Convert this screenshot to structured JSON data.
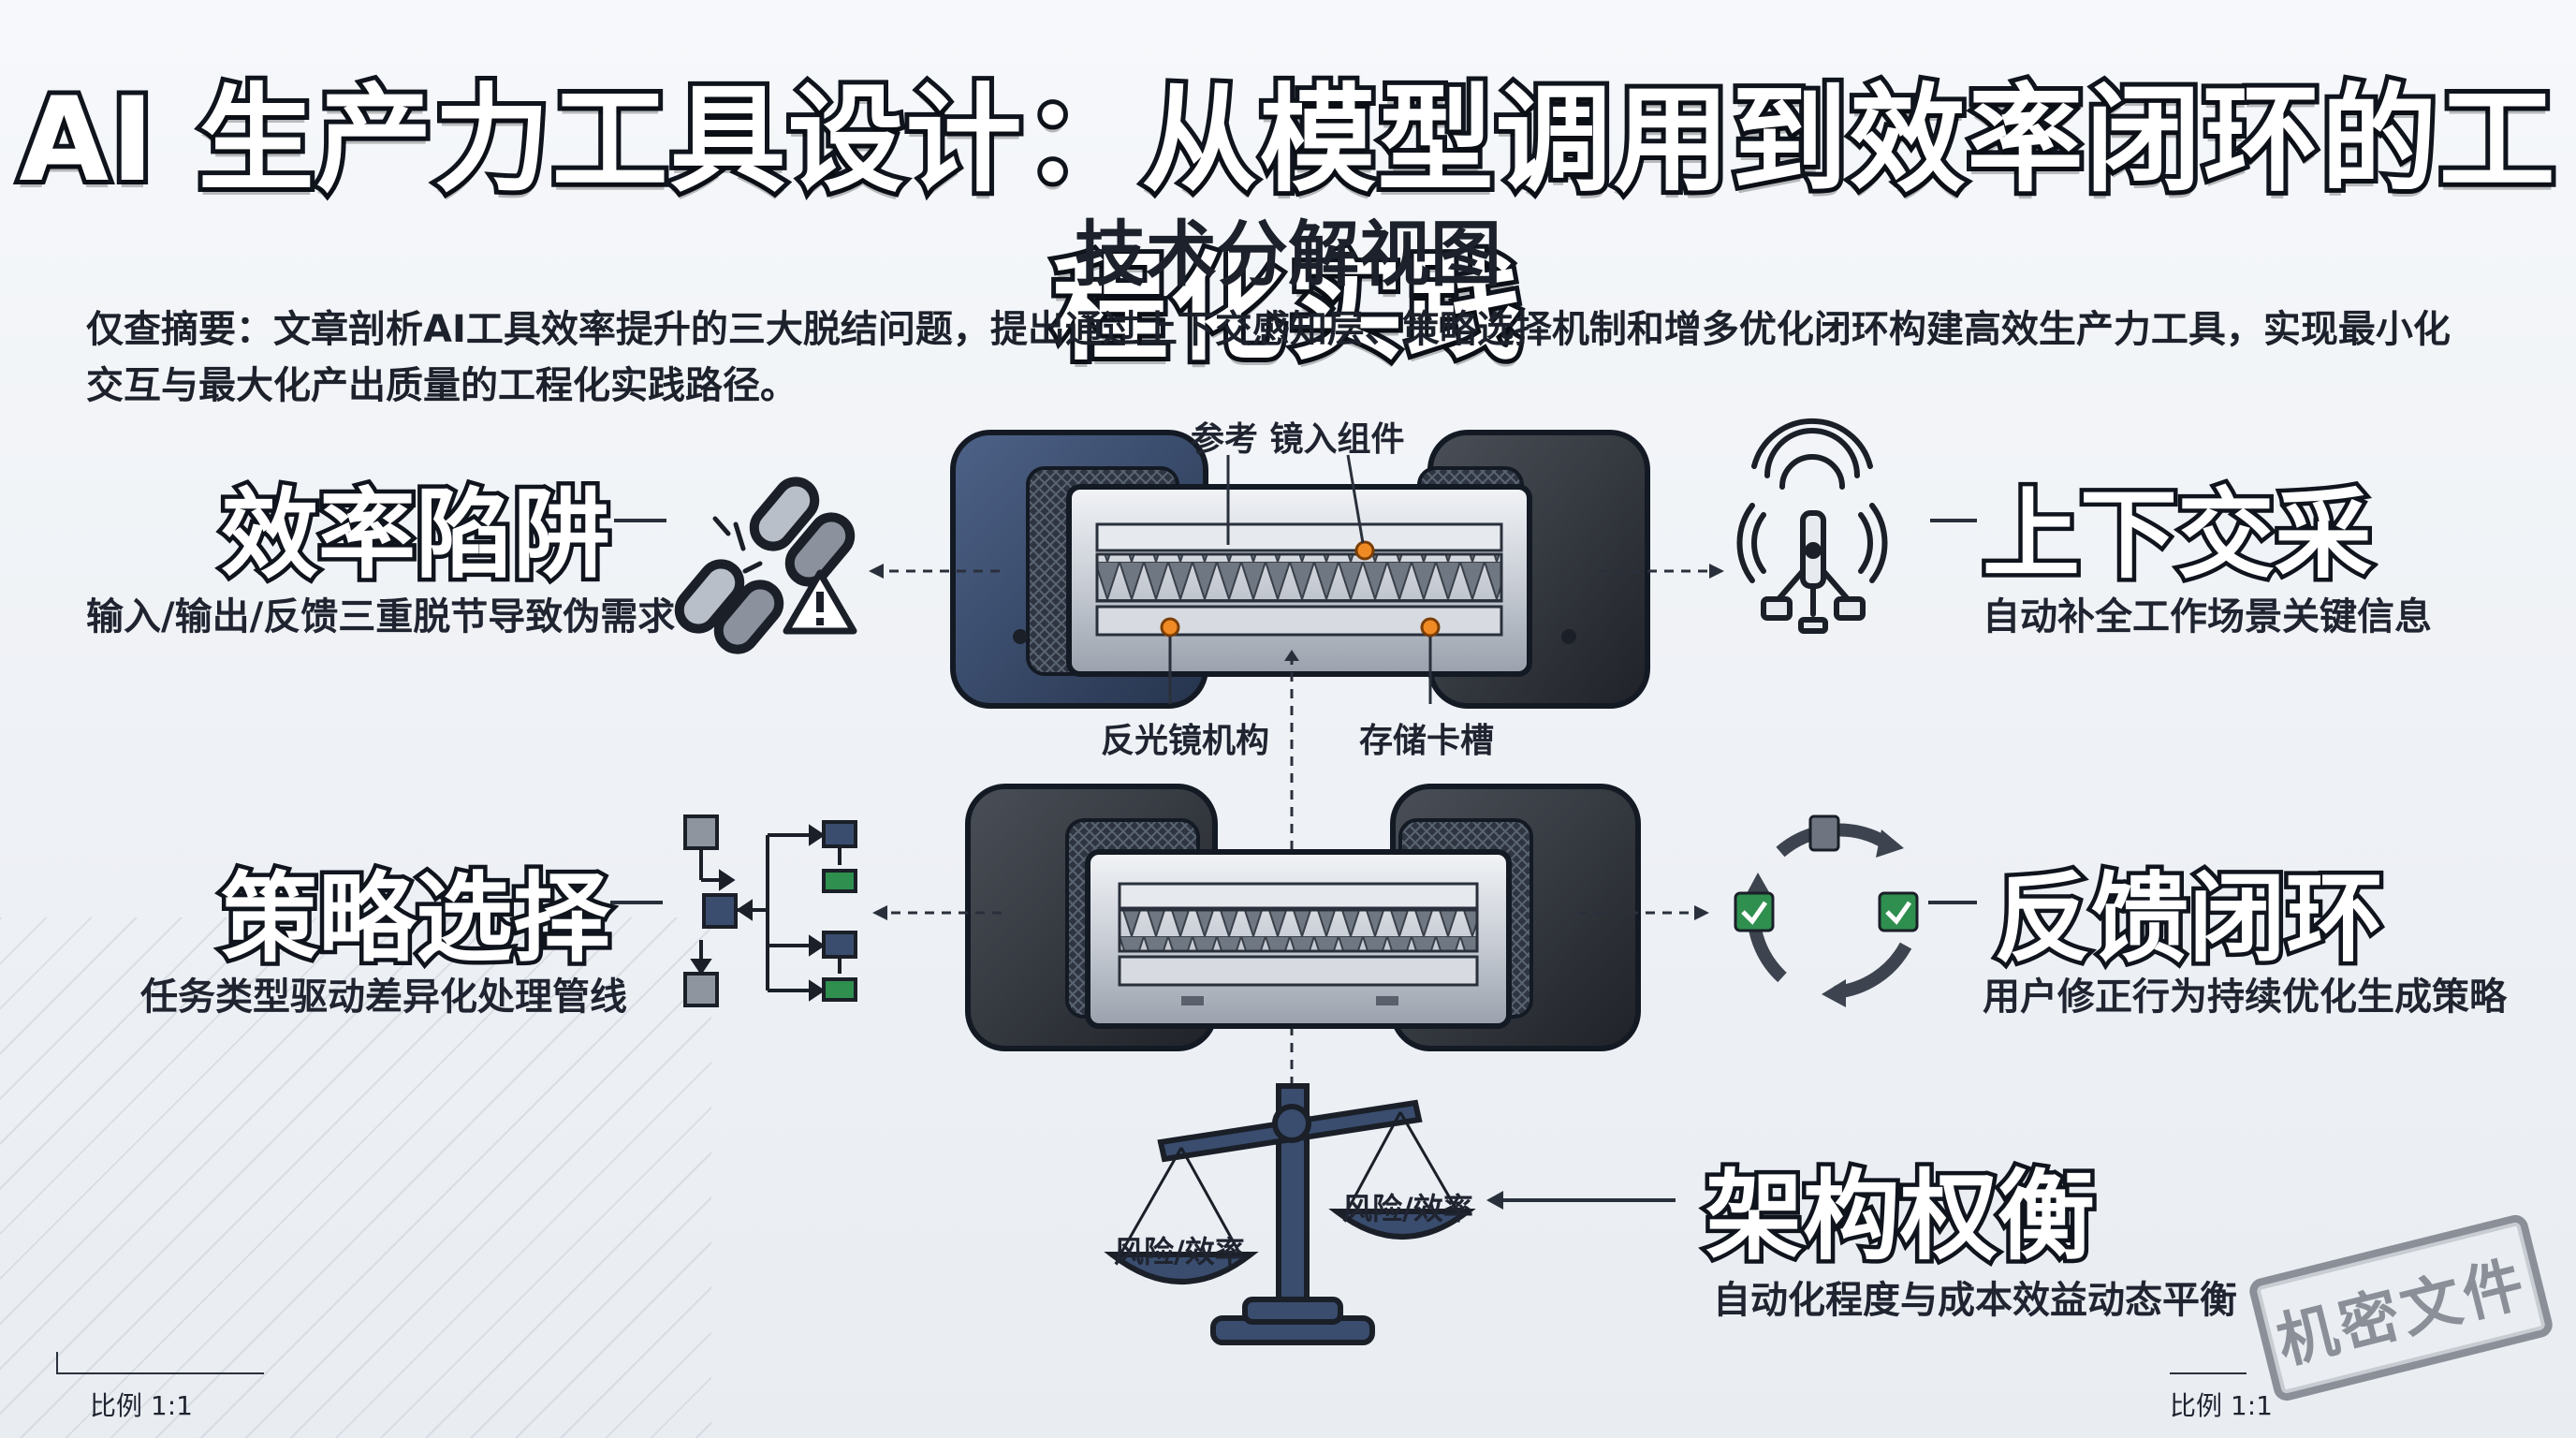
{
  "header": {
    "title": "AI 生产力工具设计：从模型调用到效率闭环的工程化实践",
    "subtitle": "技术分解视图",
    "abstract": "仅查摘要：文章剖析AI工具效率提升的三大脱结问题，提出通过上下交感知层、策略选择机制和增多优化闭环构建高效生产力工具，实现最小化交互与最大化产出质量的工程化实践路径。"
  },
  "sections": {
    "efficiency_trap": {
      "title": "效率陷阱",
      "desc": "输入/输出/反馈三重脱节导致伪需求",
      "icon": "broken-chain-warning-icon"
    },
    "context": {
      "title": "上下交采",
      "desc": "自动补全工作场景关键信息",
      "icon": "signal-sensor-icon"
    },
    "strategy": {
      "title": "策略选择",
      "desc": "任务类型驱动差异化处理管线",
      "icon": "flowchart-icon"
    },
    "feedback": {
      "title": "反馈闭环",
      "desc": "用户修正行为持续优化生成策略",
      "icon": "cycle-check-icon"
    },
    "tradeoff": {
      "title": "架构权衡",
      "desc": "自动化程度与成本效益动态平衡",
      "icon": "balance-scale-icon"
    }
  },
  "callouts": {
    "reference": "参考 镜入组件",
    "reflector": "反光镜机构",
    "storage": "存储卡槽"
  },
  "scale": {
    "left_pan": "风险/效率",
    "right_pan": "风险/效率"
  },
  "footer": {
    "ratio_left": "比例 1:1",
    "ratio_right": "比例 1:1",
    "stamp": "机密文件"
  },
  "colors": {
    "navy": "#3a4d6e",
    "dark": "#2c3037",
    "accent_orange": "#f08a24",
    "green": "#2f8f4e",
    "ink": "#0f141d"
  }
}
